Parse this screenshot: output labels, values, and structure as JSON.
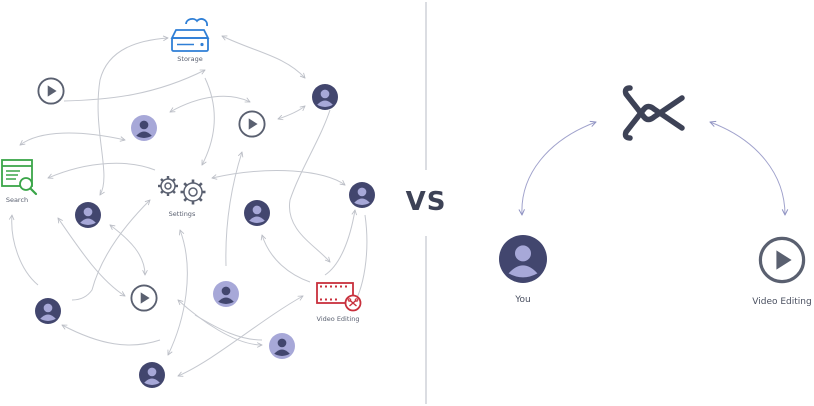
{
  "left_panel": {
    "labels": {
      "storage": "Storage",
      "search": "Search",
      "settings": "Settings",
      "video_editing": "Video Editing"
    }
  },
  "divider_text": "VS",
  "right_panel": {
    "labels": {
      "you": "You",
      "video_editing": "Video Editing"
    }
  },
  "colors": {
    "avatar_dark": "#42466e",
    "avatar_light": "#a7a8d8",
    "avatar_figure_light": "#ffffff",
    "icon_gray": "#5a6070",
    "storage_blue": "#2f7fd6",
    "search_green": "#3aa548",
    "video_red": "#c8303c",
    "arrow_gray": "#c5c8cf",
    "arrow_purple": "#a0a2cc",
    "divider": "#cfd2d8",
    "logo": "#3d4256"
  },
  "icons": [
    "storage-icon",
    "search-icon",
    "gear-icon",
    "video-editing-icon",
    "play-icon",
    "user-avatar-icon",
    "brand-logo-icon"
  ]
}
